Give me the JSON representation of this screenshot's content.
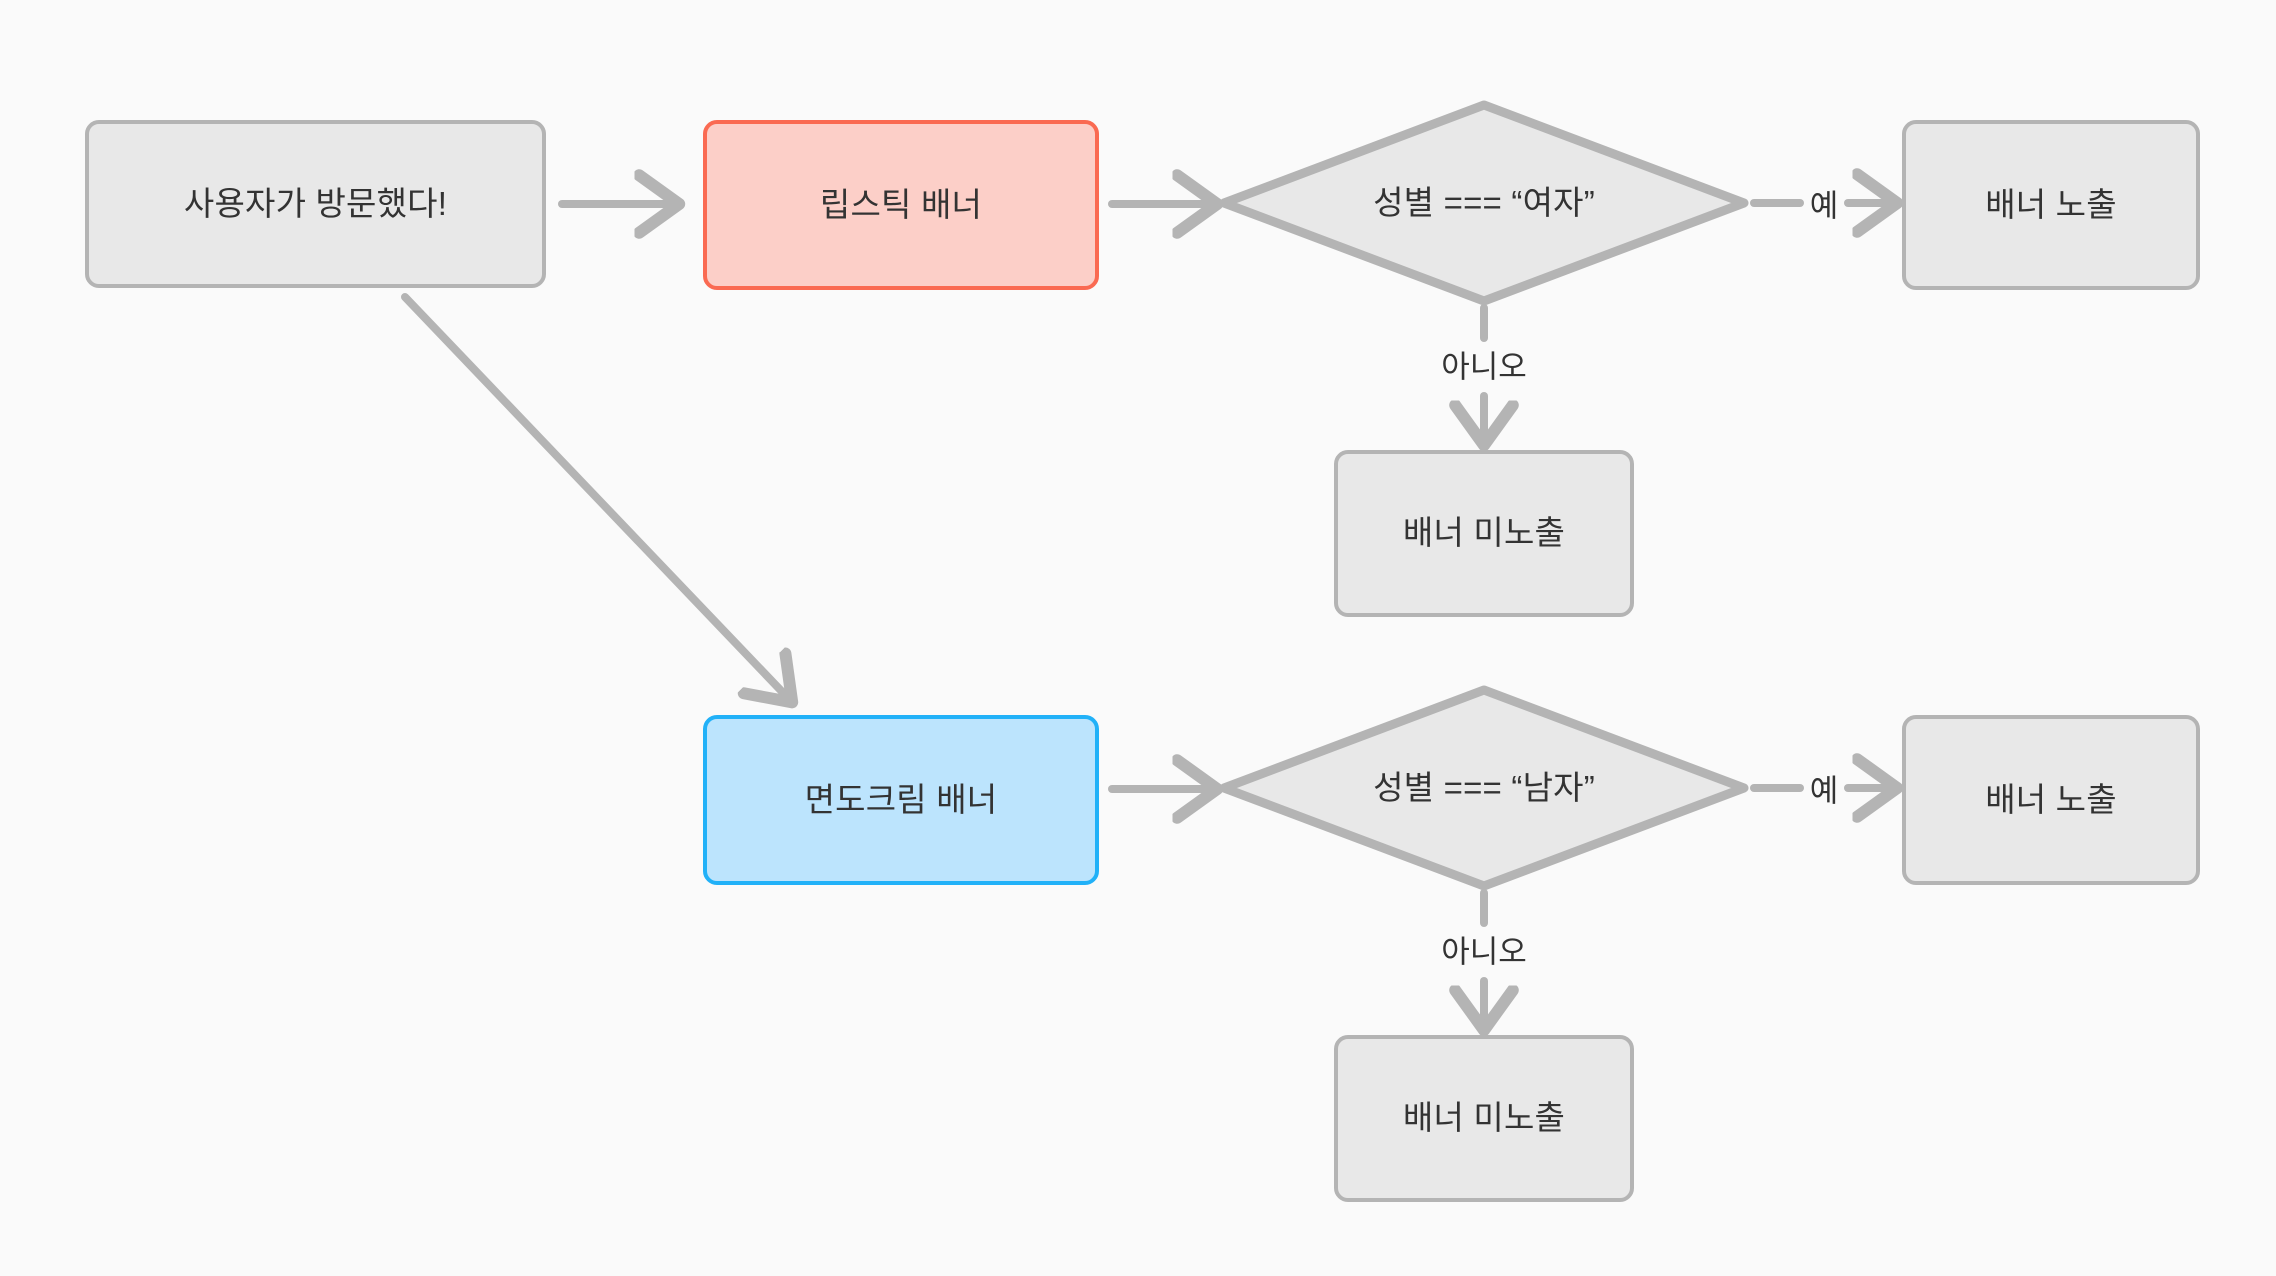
{
  "diagram": {
    "title": "banner-targeting-flowchart",
    "background_color": "#fafafa",
    "edge_color": "#b4b4b4",
    "text_color": "#333333",
    "nodes": {
      "visit": {
        "label": "사용자가 방문했다!",
        "shape": "rounded-rect",
        "fill": "#e8e8e8",
        "stroke": "#b4b4b4"
      },
      "lipstick_banner": {
        "label": "립스틱 배너",
        "shape": "rounded-rect",
        "fill": "#fccfc8",
        "stroke": "#fa6a52"
      },
      "shaving_banner": {
        "label": "면도크림 배너",
        "shape": "rounded-rect",
        "fill": "#bce4fd",
        "stroke": "#21b1f8"
      },
      "decision_female": {
        "label": "성별 === “여자”",
        "shape": "diamond",
        "fill": "#e8e8e8",
        "stroke": "#b4b4b4"
      },
      "decision_male": {
        "label": "성별 === “남자”",
        "shape": "diamond",
        "fill": "#e8e8e8",
        "stroke": "#b4b4b4"
      },
      "show_banner_female": {
        "label": "배너 노출",
        "shape": "rounded-rect",
        "fill": "#e8e8e8",
        "stroke": "#b4b4b4"
      },
      "hide_banner_female": {
        "label": "배너 미노출",
        "shape": "rounded-rect",
        "fill": "#e8e8e8",
        "stroke": "#b4b4b4"
      },
      "show_banner_male": {
        "label": "배너 노출",
        "shape": "rounded-rect",
        "fill": "#e8e8e8",
        "stroke": "#b4b4b4"
      },
      "hide_banner_male": {
        "label": "배너 미노출",
        "shape": "rounded-rect",
        "fill": "#e8e8e8",
        "stroke": "#b4b4b4"
      }
    },
    "edge_labels": {
      "female_yes": "예",
      "female_no": "아니오",
      "male_yes": "예",
      "male_no": "아니오"
    }
  }
}
